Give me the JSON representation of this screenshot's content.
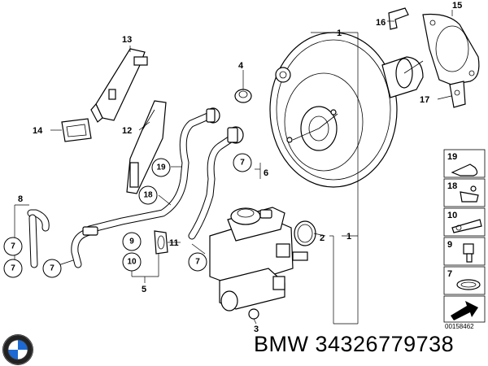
{
  "caption": "BMW 34326779738",
  "reference_code": "00158462",
  "part_labels": {
    "p1": "1",
    "p2": "2",
    "p3": "3",
    "p4": "4",
    "p5": "5",
    "p6": "6",
    "p8": "8",
    "p11": "11",
    "p12": "12",
    "p13": "13",
    "p14": "14",
    "p15": "15",
    "p16": "16",
    "p17": "17"
  },
  "callouts": {
    "c19": "19",
    "c18": "18",
    "c7a": "7",
    "c7b": "7",
    "c7c": "7",
    "c7d": "7",
    "c7e": "7",
    "c9": "9",
    "c10": "10"
  },
  "legend": [
    "19",
    "18",
    "10",
    "9",
    "7"
  ],
  "colors": {
    "line": "#000000",
    "background": "#ffffff"
  },
  "logo": "bmw-roundel-icon"
}
